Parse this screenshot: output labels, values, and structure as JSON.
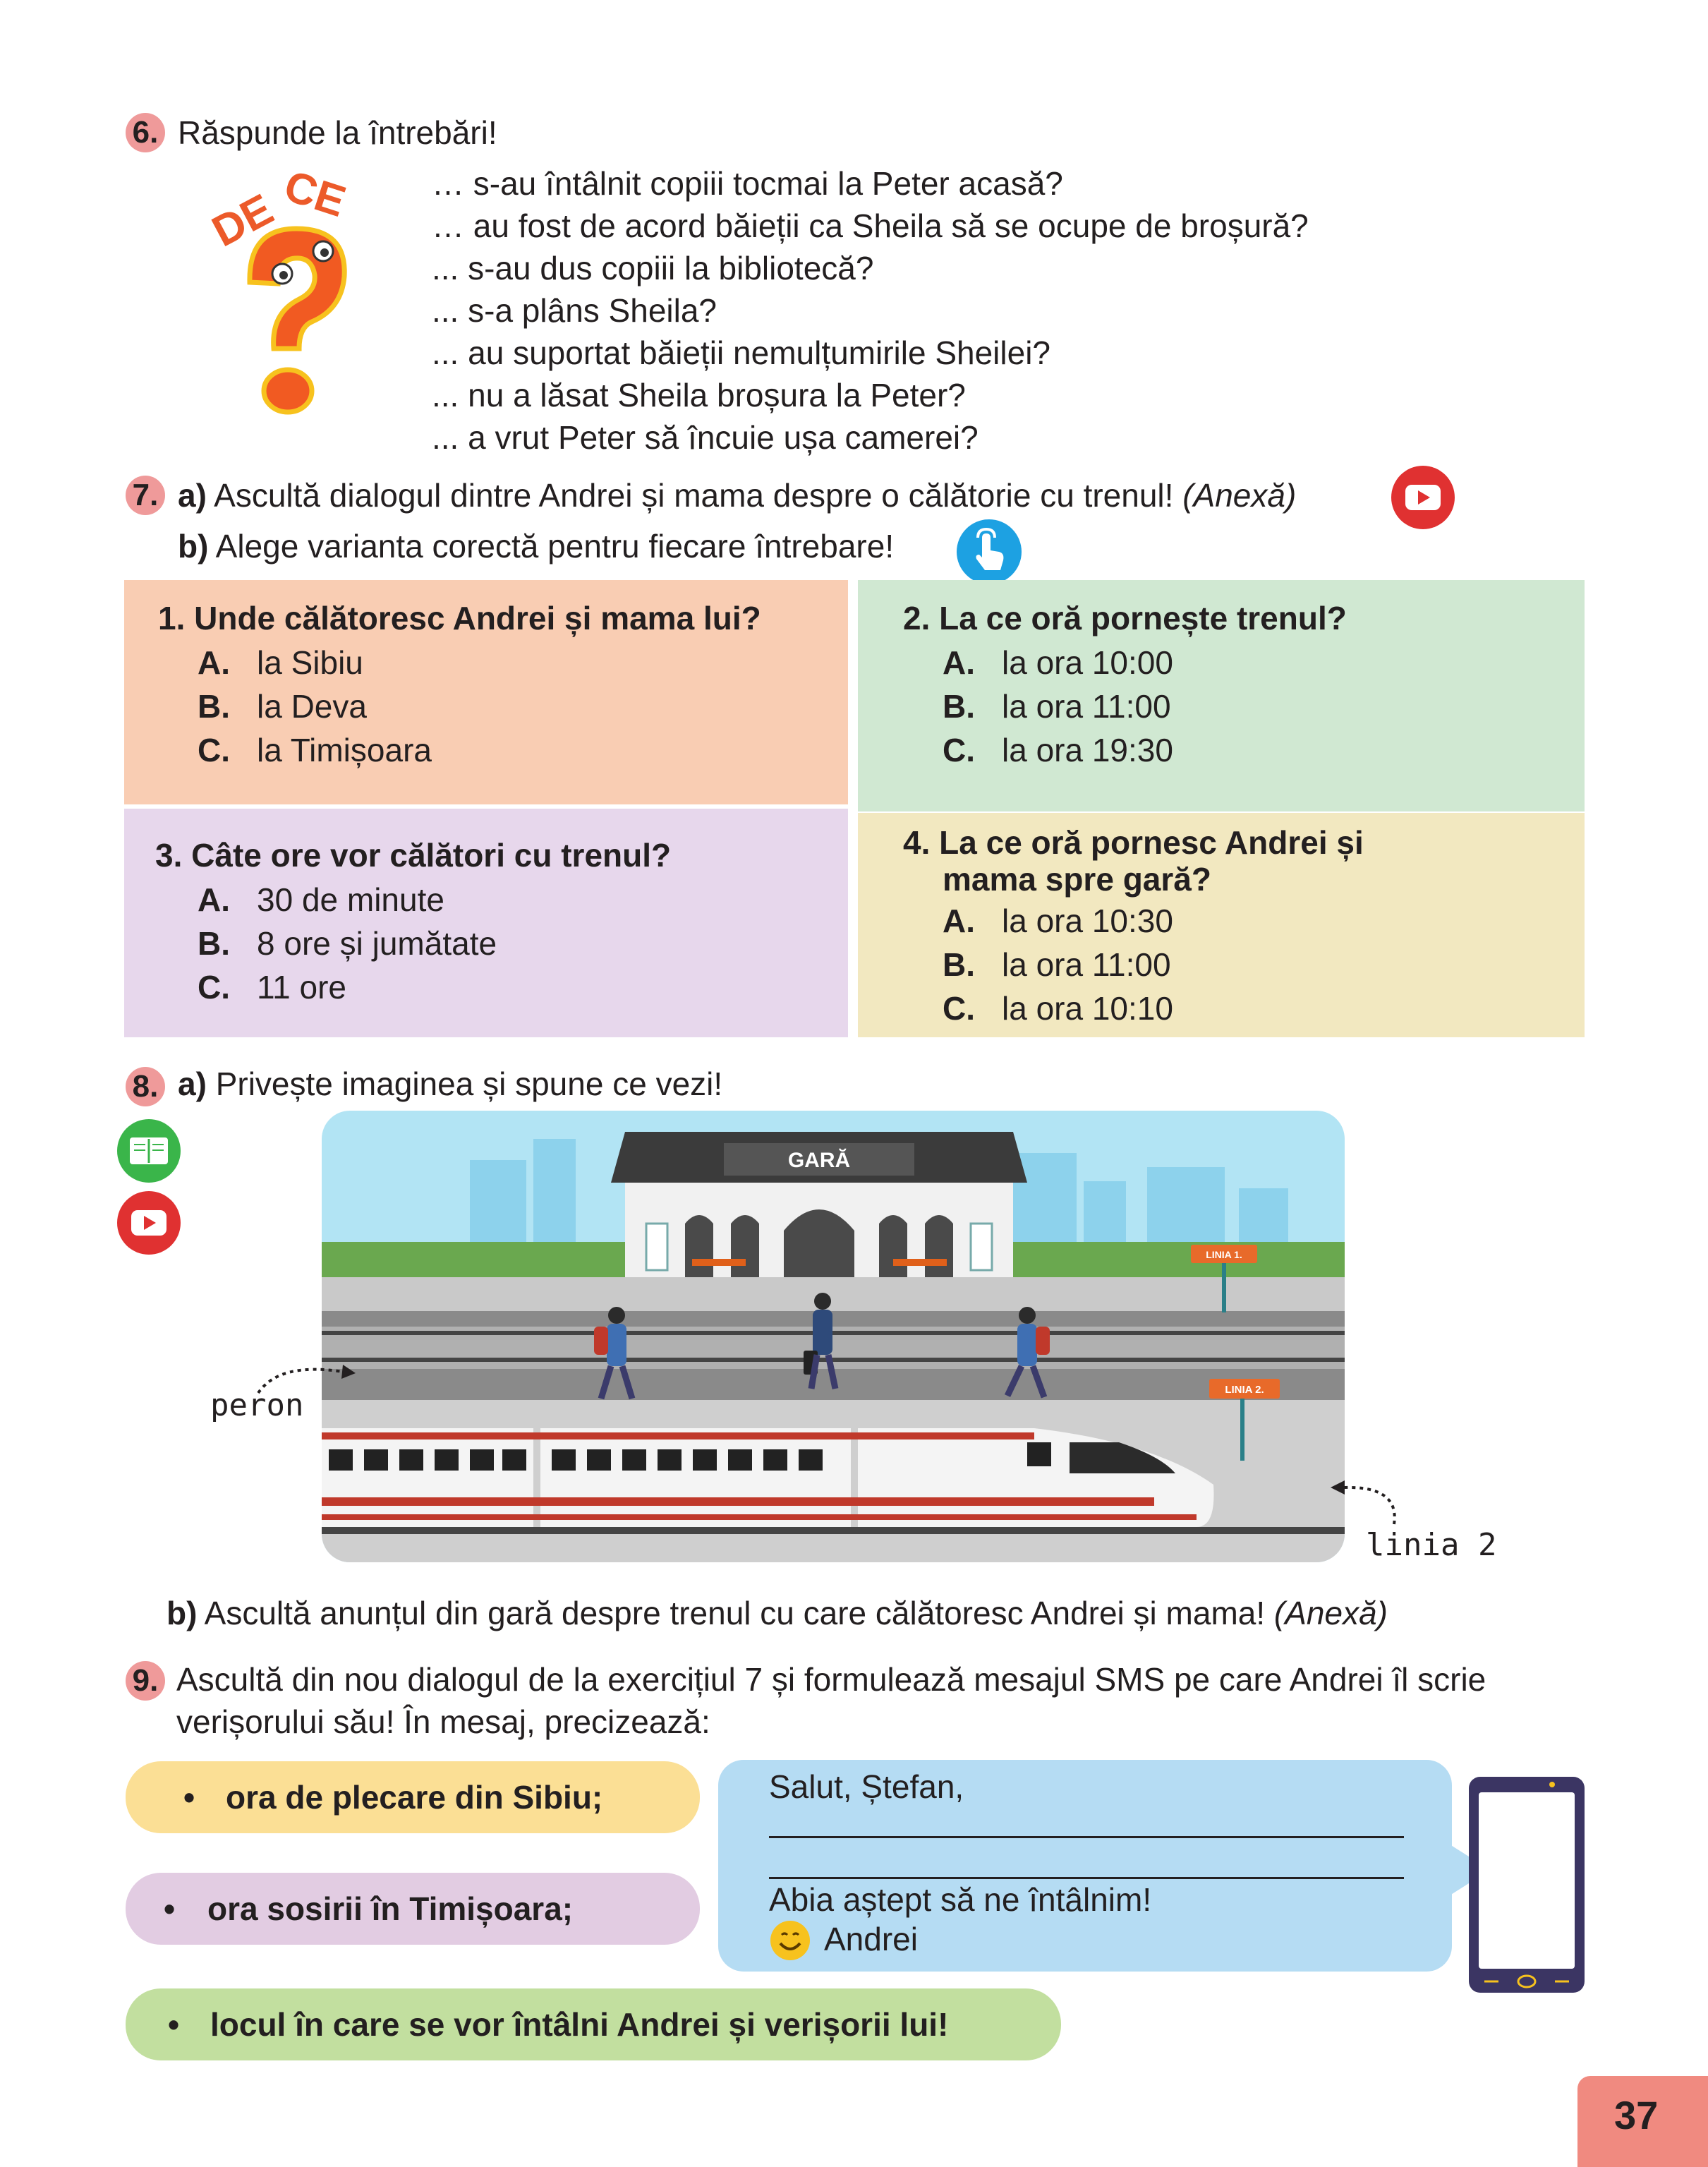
{
  "ex6": {
    "number": "6.",
    "title": "Răspunde la întrebări!",
    "badge": {
      "word1": "DE",
      "word2": "CE",
      "mark": "?"
    },
    "questions": [
      "… s-au întâlnit copiii tocmai la Peter acasă?",
      "… au fost de acord băieții ca Sheila să se ocupe de broșură?",
      "... s-au dus copiii la bibliotecă?",
      "... s-a plâns Sheila?",
      "... au suportat băieții nemulțumirile Sheilei?",
      "... nu a lăsat Sheila broșura la Peter?",
      "... a vrut Peter să încuie ușa camerei?"
    ]
  },
  "ex7": {
    "number": "7.",
    "a_label": "a)",
    "a_text": "Ascultă dialogul dintre Andrei și mama despre o călătorie cu trenul!",
    "a_note": "(Anexă)",
    "b_label": "b)",
    "b_text": "Alege varianta corectă pentru fiecare întrebare!",
    "boxes": [
      {
        "question": "1. Unde călătoresc Andrei și mama lui?",
        "options": [
          {
            "letter": "A.",
            "text": "la Sibiu"
          },
          {
            "letter": "B.",
            "text": "la Deva"
          },
          {
            "letter": "C.",
            "text": "la Timișoara"
          }
        ]
      },
      {
        "question": "2. La ce oră pornește trenul?",
        "options": [
          {
            "letter": "A.",
            "text": "la ora 10:00"
          },
          {
            "letter": "B.",
            "text": "la ora 11:00"
          },
          {
            "letter": "C.",
            "text": "la ora 19:30"
          }
        ]
      },
      {
        "question": "3. Câte ore vor călători cu trenul?",
        "options": [
          {
            "letter": "A.",
            "text": "30 de minute"
          },
          {
            "letter": "B.",
            "text": "8 ore și jumătate"
          },
          {
            "letter": "C.",
            "text": "11 ore"
          }
        ]
      },
      {
        "question_line1": "4. La ce oră pornesc Andrei și",
        "question_line2": "mama spre gară?",
        "options": [
          {
            "letter": "A.",
            "text": "la ora 10:30"
          },
          {
            "letter": "B.",
            "text": "la ora 11:00"
          },
          {
            "letter": "C.",
            "text": "la ora 10:10"
          }
        ]
      }
    ]
  },
  "ex8": {
    "number": "8.",
    "a_label": "a)",
    "a_text": "Privește imaginea și spune ce vezi!",
    "station_sign": "GARĂ",
    "sign1": "LINIA 1.",
    "sign2": "LINIA 2.",
    "label_peron": "peron",
    "label_linia": "linia 2",
    "b_label": "b)",
    "b_text": "Ascultă anunțul din gară despre trenul cu care călătoresc Andrei și mama!",
    "b_note": "(Anexă)"
  },
  "ex9": {
    "number": "9.",
    "text_line1": "Ascultă din nou dialogul de la exercițiul 7 și formulează mesajul SMS pe care Andrei îl scrie",
    "text_line2": "verișorului său! În mesaj, precizează:",
    "bullets": [
      "ora de plecare din Sibiu;",
      "ora sosirii în Timișoara;",
      "locul în care se vor întâlni Andrei și verișorii lui!"
    ],
    "bullet_mark": "•",
    "sms_greeting": "Salut, Ștefan,",
    "sms_closing": "Abia aștept să ne întâlnim!",
    "sms_signature": "Andrei"
  },
  "page_number": "37",
  "colors": {
    "number_badge": "#ef9a9a",
    "box1": "#f9cdb3",
    "box2": "#d0e8d2",
    "box3": "#e7d7ec",
    "box4": "#f2e8c0",
    "pill_yellow": "#fbdf95",
    "pill_purple": "#e2cce2",
    "pill_green": "#c2df9f",
    "sms_bubble": "#b5dcf3",
    "page_tab": "#f08a80",
    "youtube_red": "#e03131",
    "book_green": "#3ab54a",
    "touch_blue": "#1da1e2"
  }
}
